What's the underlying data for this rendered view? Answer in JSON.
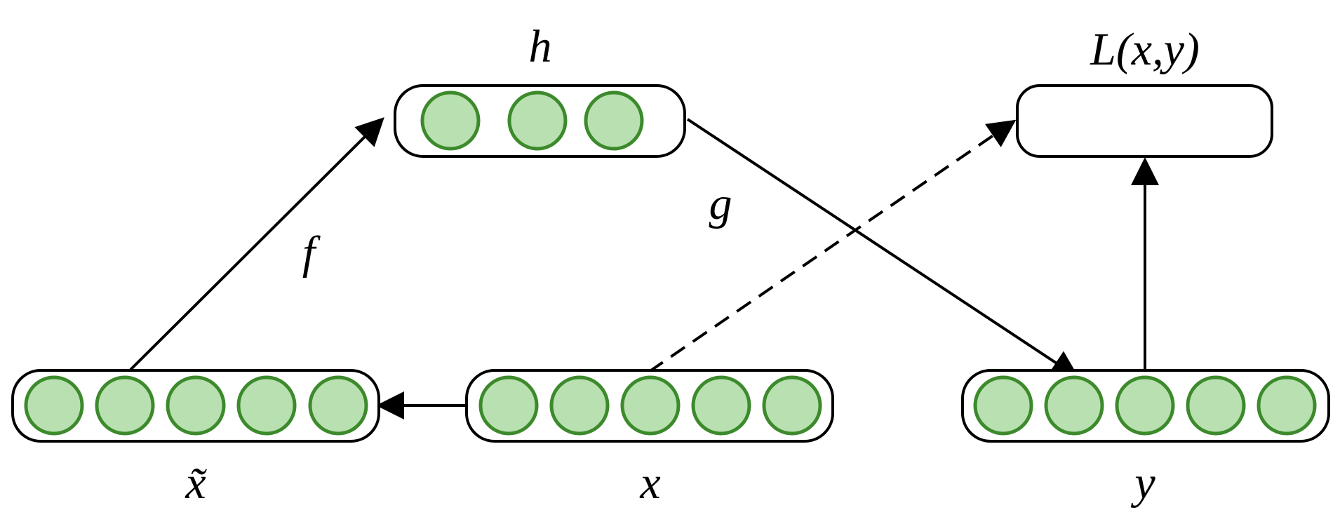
{
  "colors": {
    "neuron_fill": "#b9e0b0",
    "neuron_stroke": "#3c8a2c",
    "line": "#000000",
    "background": "#ffffff"
  },
  "layers": {
    "x_tilde": {
      "label": "x̃",
      "units": 5
    },
    "x": {
      "label": "x",
      "units": 5
    },
    "h": {
      "label": "h",
      "units": 3
    },
    "y": {
      "label": "y",
      "units": 5
    }
  },
  "loss": {
    "label": "L(x,y)"
  },
  "edges": {
    "f": {
      "label": "f"
    },
    "g": {
      "label": "g"
    }
  }
}
